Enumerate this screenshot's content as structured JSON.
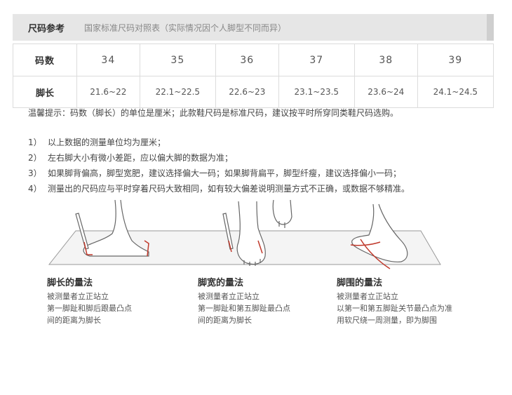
{
  "header": {
    "title": "尺码参考",
    "subtitle": "国家标准尺码对照表（实际情况因个人脚型不同而异）"
  },
  "table": {
    "rows": [
      {
        "label": "码数",
        "cells": [
          "34",
          "35",
          "36",
          "37",
          "38",
          "39"
        ]
      },
      {
        "label": "脚长",
        "cells": [
          "21.6~22",
          "22.1~22.5",
          "22.6~23",
          "23.1~23.5",
          "23.6~24",
          "24.1~24.5"
        ]
      }
    ]
  },
  "tip": "温馨提示：码数（脚长）的单位是厘米；此款鞋尺码是标准尺码，建议按平时所穿同类鞋尺码选购。",
  "notes": [
    {
      "num": "1）",
      "text": "以上数据的测量单位均为厘米；"
    },
    {
      "num": "2）",
      "text": "左右脚大小有微小差距，应以偏大脚的数据为准；"
    },
    {
      "num": "3）",
      "text": "如果脚背偏高，脚型宽肥，建议选择偏大一码；如果脚背扁平，脚型纤瘦，建议选择偏小一码；"
    },
    {
      "num": "4）",
      "text": "测量出的尺码应与平时穿着尺码大致相同，如有较大偏差说明测量方式不正确，或数据不够精准。"
    }
  ],
  "methods": [
    {
      "title": "脚长的量法",
      "lines": [
        "被测量者立正站立",
        "第一脚趾和脚后跟最凸点",
        "间的距离为脚长"
      ]
    },
    {
      "title": "脚宽的量法",
      "lines": [
        "被测量者立正站立",
        "第一脚趾和第五脚趾最凸点",
        "间的距离为脚长"
      ]
    },
    {
      "title": "脚围的量法",
      "lines": [
        "被测量者立正站立",
        "以第一和第五脚趾关节最凸点为准",
        "用软尺绕一周测量，即为脚围"
      ]
    }
  ]
}
